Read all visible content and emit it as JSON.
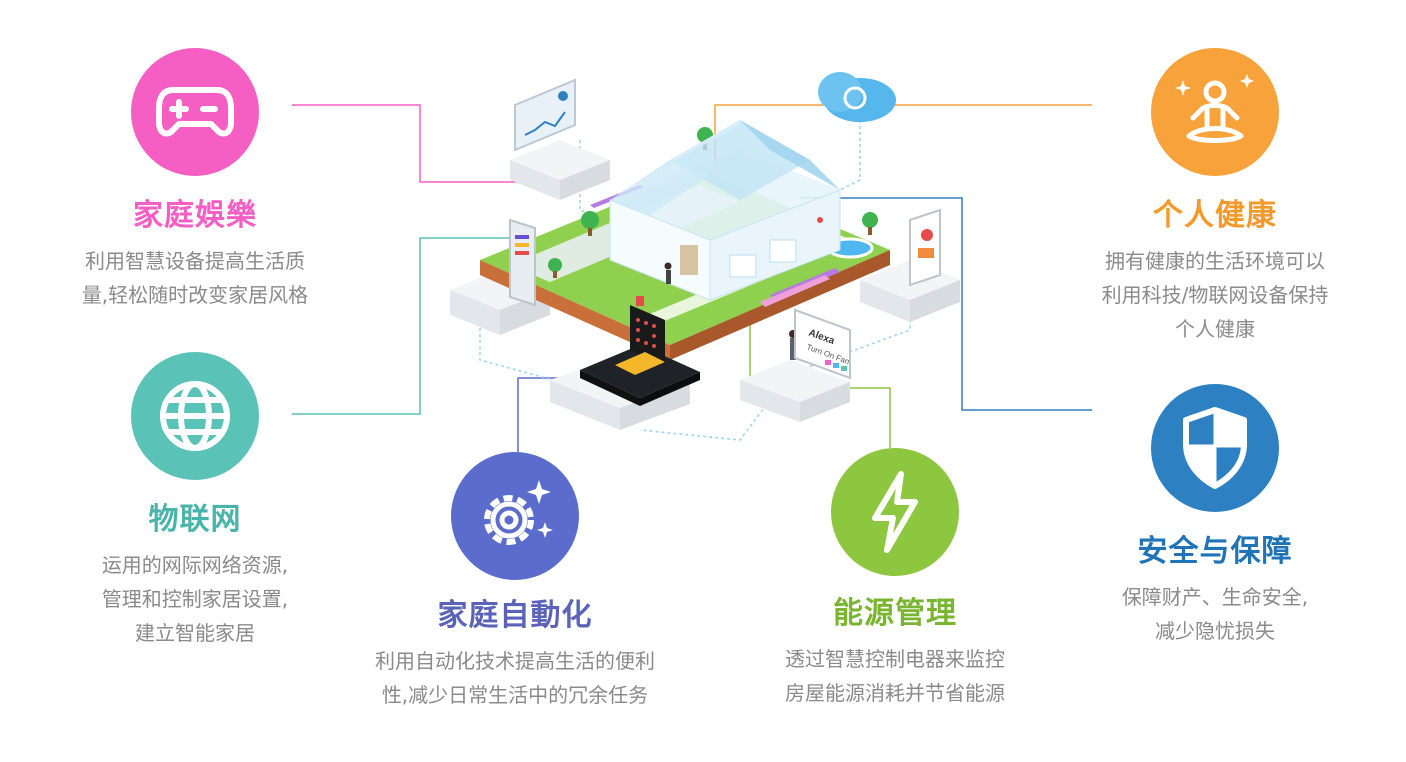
{
  "features": {
    "entertainment": {
      "icon": "gamepad-icon",
      "color": "#f55ec2",
      "title": "家庭娛樂",
      "desc": [
        "利用智慧设备提高生活质",
        "量,轻松随时改变家居风格"
      ]
    },
    "iot": {
      "icon": "globe-icon",
      "color": "#5ac2b7",
      "title": "物联网",
      "desc": [
        "运用的网际网络资源,",
        "管理和控制家居设置,",
        "建立智能家居"
      ]
    },
    "automation": {
      "icon": "gear-sparkle-icon",
      "color": "#5c6ccc",
      "title": "家庭自動化",
      "desc": [
        "利用自动化技术提高生活的便利",
        "性,减少日常生活中的冗余任务"
      ]
    },
    "energy": {
      "icon": "lightning-icon",
      "color": "#8dc63f",
      "title": "能源管理",
      "desc": [
        "透过智慧控制电器来监控",
        "房屋能源消耗并节省能源"
      ]
    },
    "health": {
      "icon": "meditation-icon",
      "color": "#f7a23b",
      "title": "个人健康",
      "desc": [
        "拥有健康的生活环境可以",
        "利用科技/物联网设备保持",
        "个人健康"
      ]
    },
    "safety": {
      "icon": "shield-icon",
      "color": "#2d80c2",
      "title": "安全与保障",
      "desc": [
        "保障财产、生命安全,",
        "减少隐忧损失"
      ]
    }
  },
  "illustration": {
    "alexa_screen": [
      "Alexa",
      "Turn On Fan"
    ]
  }
}
